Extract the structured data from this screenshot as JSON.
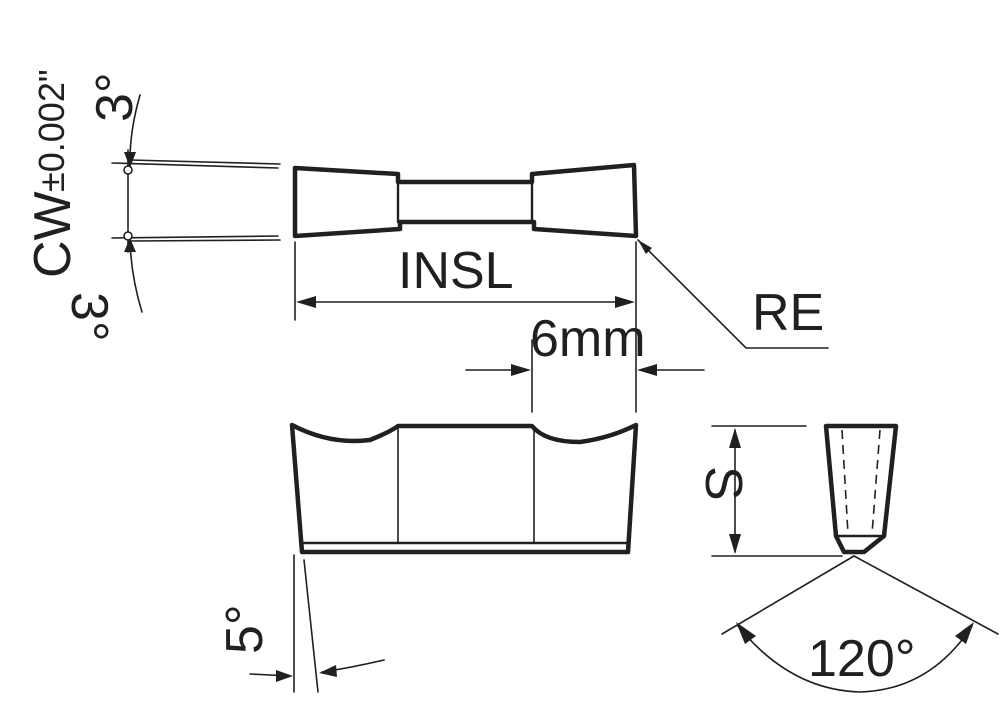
{
  "labels": {
    "cw": "CW",
    "cw_tolerance": "±0.002\"",
    "angle_top": "3°",
    "angle_bottom": "3°",
    "insl": "INSL",
    "re": "RE",
    "width_6mm": "6mm",
    "s": "S",
    "angle_5": "5°",
    "angle_120": "120°"
  },
  "colors": {
    "line": "#231f20",
    "background": "#ffffff"
  }
}
